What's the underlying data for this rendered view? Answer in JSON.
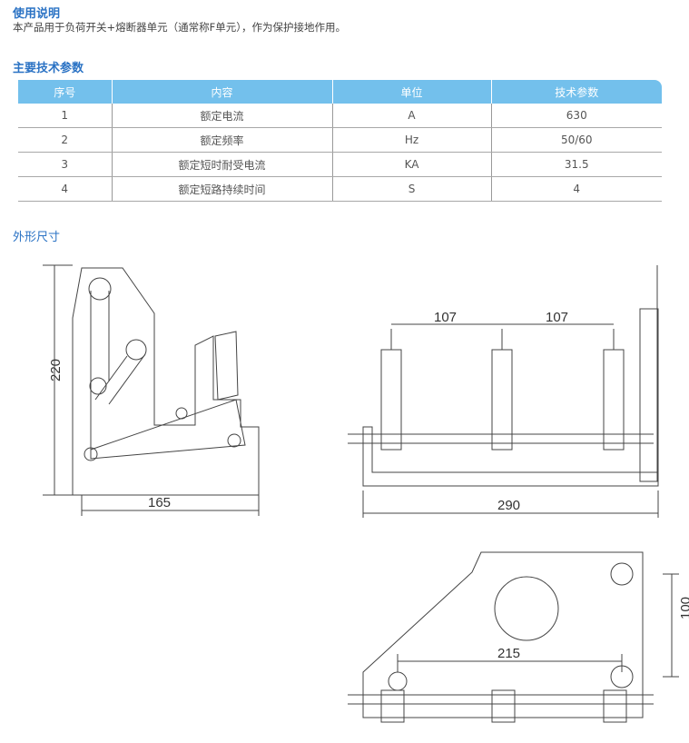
{
  "usage": {
    "title": "使用说明",
    "text": "本产品用于负荷开关+熔断器单元（通常称F单元），作为保护接地作用。"
  },
  "specs": {
    "title": "主要技术参数",
    "headers": [
      "序号",
      "内容",
      "单位",
      "技术参数"
    ],
    "rows": [
      [
        "1",
        "额定电流",
        "A",
        "630"
      ],
      [
        "2",
        "额定频率",
        "Hz",
        "50/60"
      ],
      [
        "3",
        "额定短时耐受电流",
        "KA",
        "31.5"
      ],
      [
        "4",
        "额定短路持续时间",
        "S",
        "4"
      ]
    ]
  },
  "dimensions": {
    "title": "外形尺寸",
    "side_height": "220",
    "side_width": "165",
    "pitch_1": "107",
    "pitch_2": "107",
    "front_width": "290",
    "top_span": "215",
    "top_height": "100"
  }
}
